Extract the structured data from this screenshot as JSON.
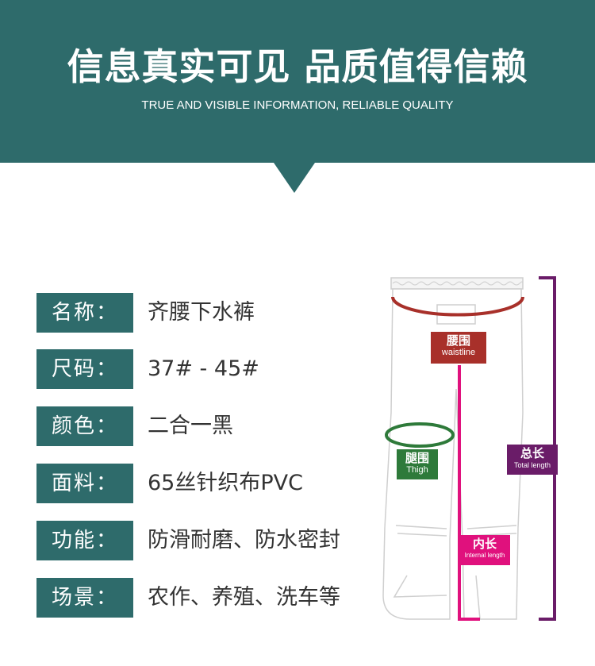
{
  "header": {
    "title": "信息真实可见 品质值得信赖",
    "subtitle": "TRUE AND VISIBLE INFORMATION, RELIABLE QUALITY"
  },
  "specs": [
    {
      "label": "名称：",
      "value": "齐腰下水裤"
    },
    {
      "label": "尺码：",
      "value": "37# - 45#"
    },
    {
      "label": "颜色：",
      "value": "二合一黑"
    },
    {
      "label": "面料：",
      "value": "65丝针织布PVC"
    },
    {
      "label": "功能：",
      "value": "防滑耐磨、防水密封"
    },
    {
      "label": "场景：",
      "value": "农作、养殖、洗车等"
    }
  ],
  "diagram": {
    "waist": {
      "cn": "腰围",
      "en": "waistline",
      "color": "#a8302a"
    },
    "thigh": {
      "cn": "腿围",
      "en": "Thigh",
      "color": "#2e7a3a"
    },
    "total": {
      "cn": "总长",
      "en": "Total length",
      "color": "#6a1c68"
    },
    "inner": {
      "cn": "内长",
      "en": "Internal length",
      "color": "#e0117d"
    }
  },
  "colors": {
    "brand": "#2e6b6b"
  }
}
